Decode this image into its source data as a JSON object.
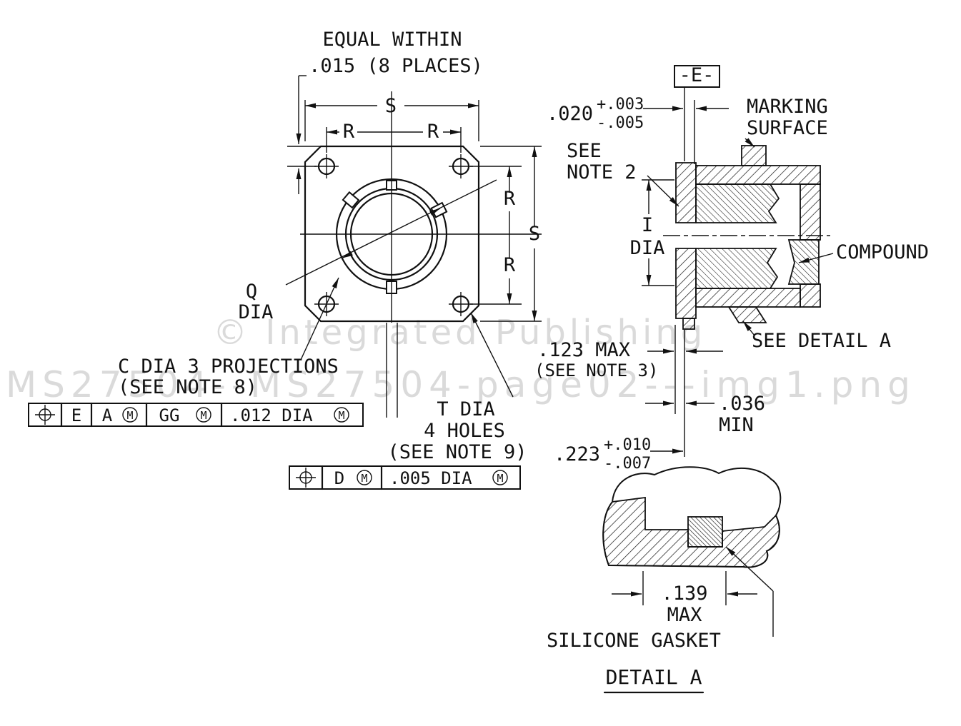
{
  "watermarks": {
    "publisher": "© Integrated Publishing",
    "filename": "MS27504--MS27504-page02---img1.png"
  },
  "symbols": {
    "mmc": "M"
  },
  "front_view": {
    "equal_within": {
      "line1": "EQUAL WITHIN",
      "line2": ".015  (8 PLACES)"
    },
    "dims": {
      "s_top": "S",
      "r_top_left": "R",
      "r_top_right": "R",
      "r_right_upper": "R",
      "r_right_lower": "R",
      "s_right": "S"
    },
    "q": {
      "letter": "Q",
      "dia": "DIA"
    },
    "c_dia": {
      "line1": "C DIA 3 PROJECTIONS",
      "line2": "(SEE NOTE 8)"
    },
    "t_dia": {
      "line1": "T DIA",
      "line2": "4 HOLES",
      "line3": "(SEE NOTE 9)"
    }
  },
  "fcf1": {
    "datum": "E",
    "ref1": "A",
    "ref2": "GG",
    "tolerance": ".012 DIA"
  },
  "fcf2": {
    "datum": "D",
    "tolerance": ".005 DIA"
  },
  "section": {
    "datum_flag": "-E-",
    "dim_020": {
      "value": ".020",
      "plus": "+.003",
      "minus": "-.005"
    },
    "marking_surface": {
      "line1": "MARKING",
      "line2": "SURFACE"
    },
    "see_note_2": {
      "line1": "SEE",
      "line2": "NOTE 2"
    },
    "i_dia": {
      "line1": "I",
      "line2": "DIA"
    },
    "compound": "COMPOUND",
    "see_detail_a": "SEE DETAIL A",
    "dim_123": {
      "line1": ".123 MAX",
      "line2": "(SEE NOTE 3)"
    },
    "dim_036": {
      "line1": ".036",
      "line2": "MIN"
    },
    "dim_223": {
      "value": ".223",
      "plus": "+.010",
      "minus": "-.007"
    }
  },
  "detail_a": {
    "dim_139": {
      "line1": ".139",
      "line2": "MAX"
    },
    "gasket": "SILICONE GASKET",
    "title": "DETAIL A"
  }
}
